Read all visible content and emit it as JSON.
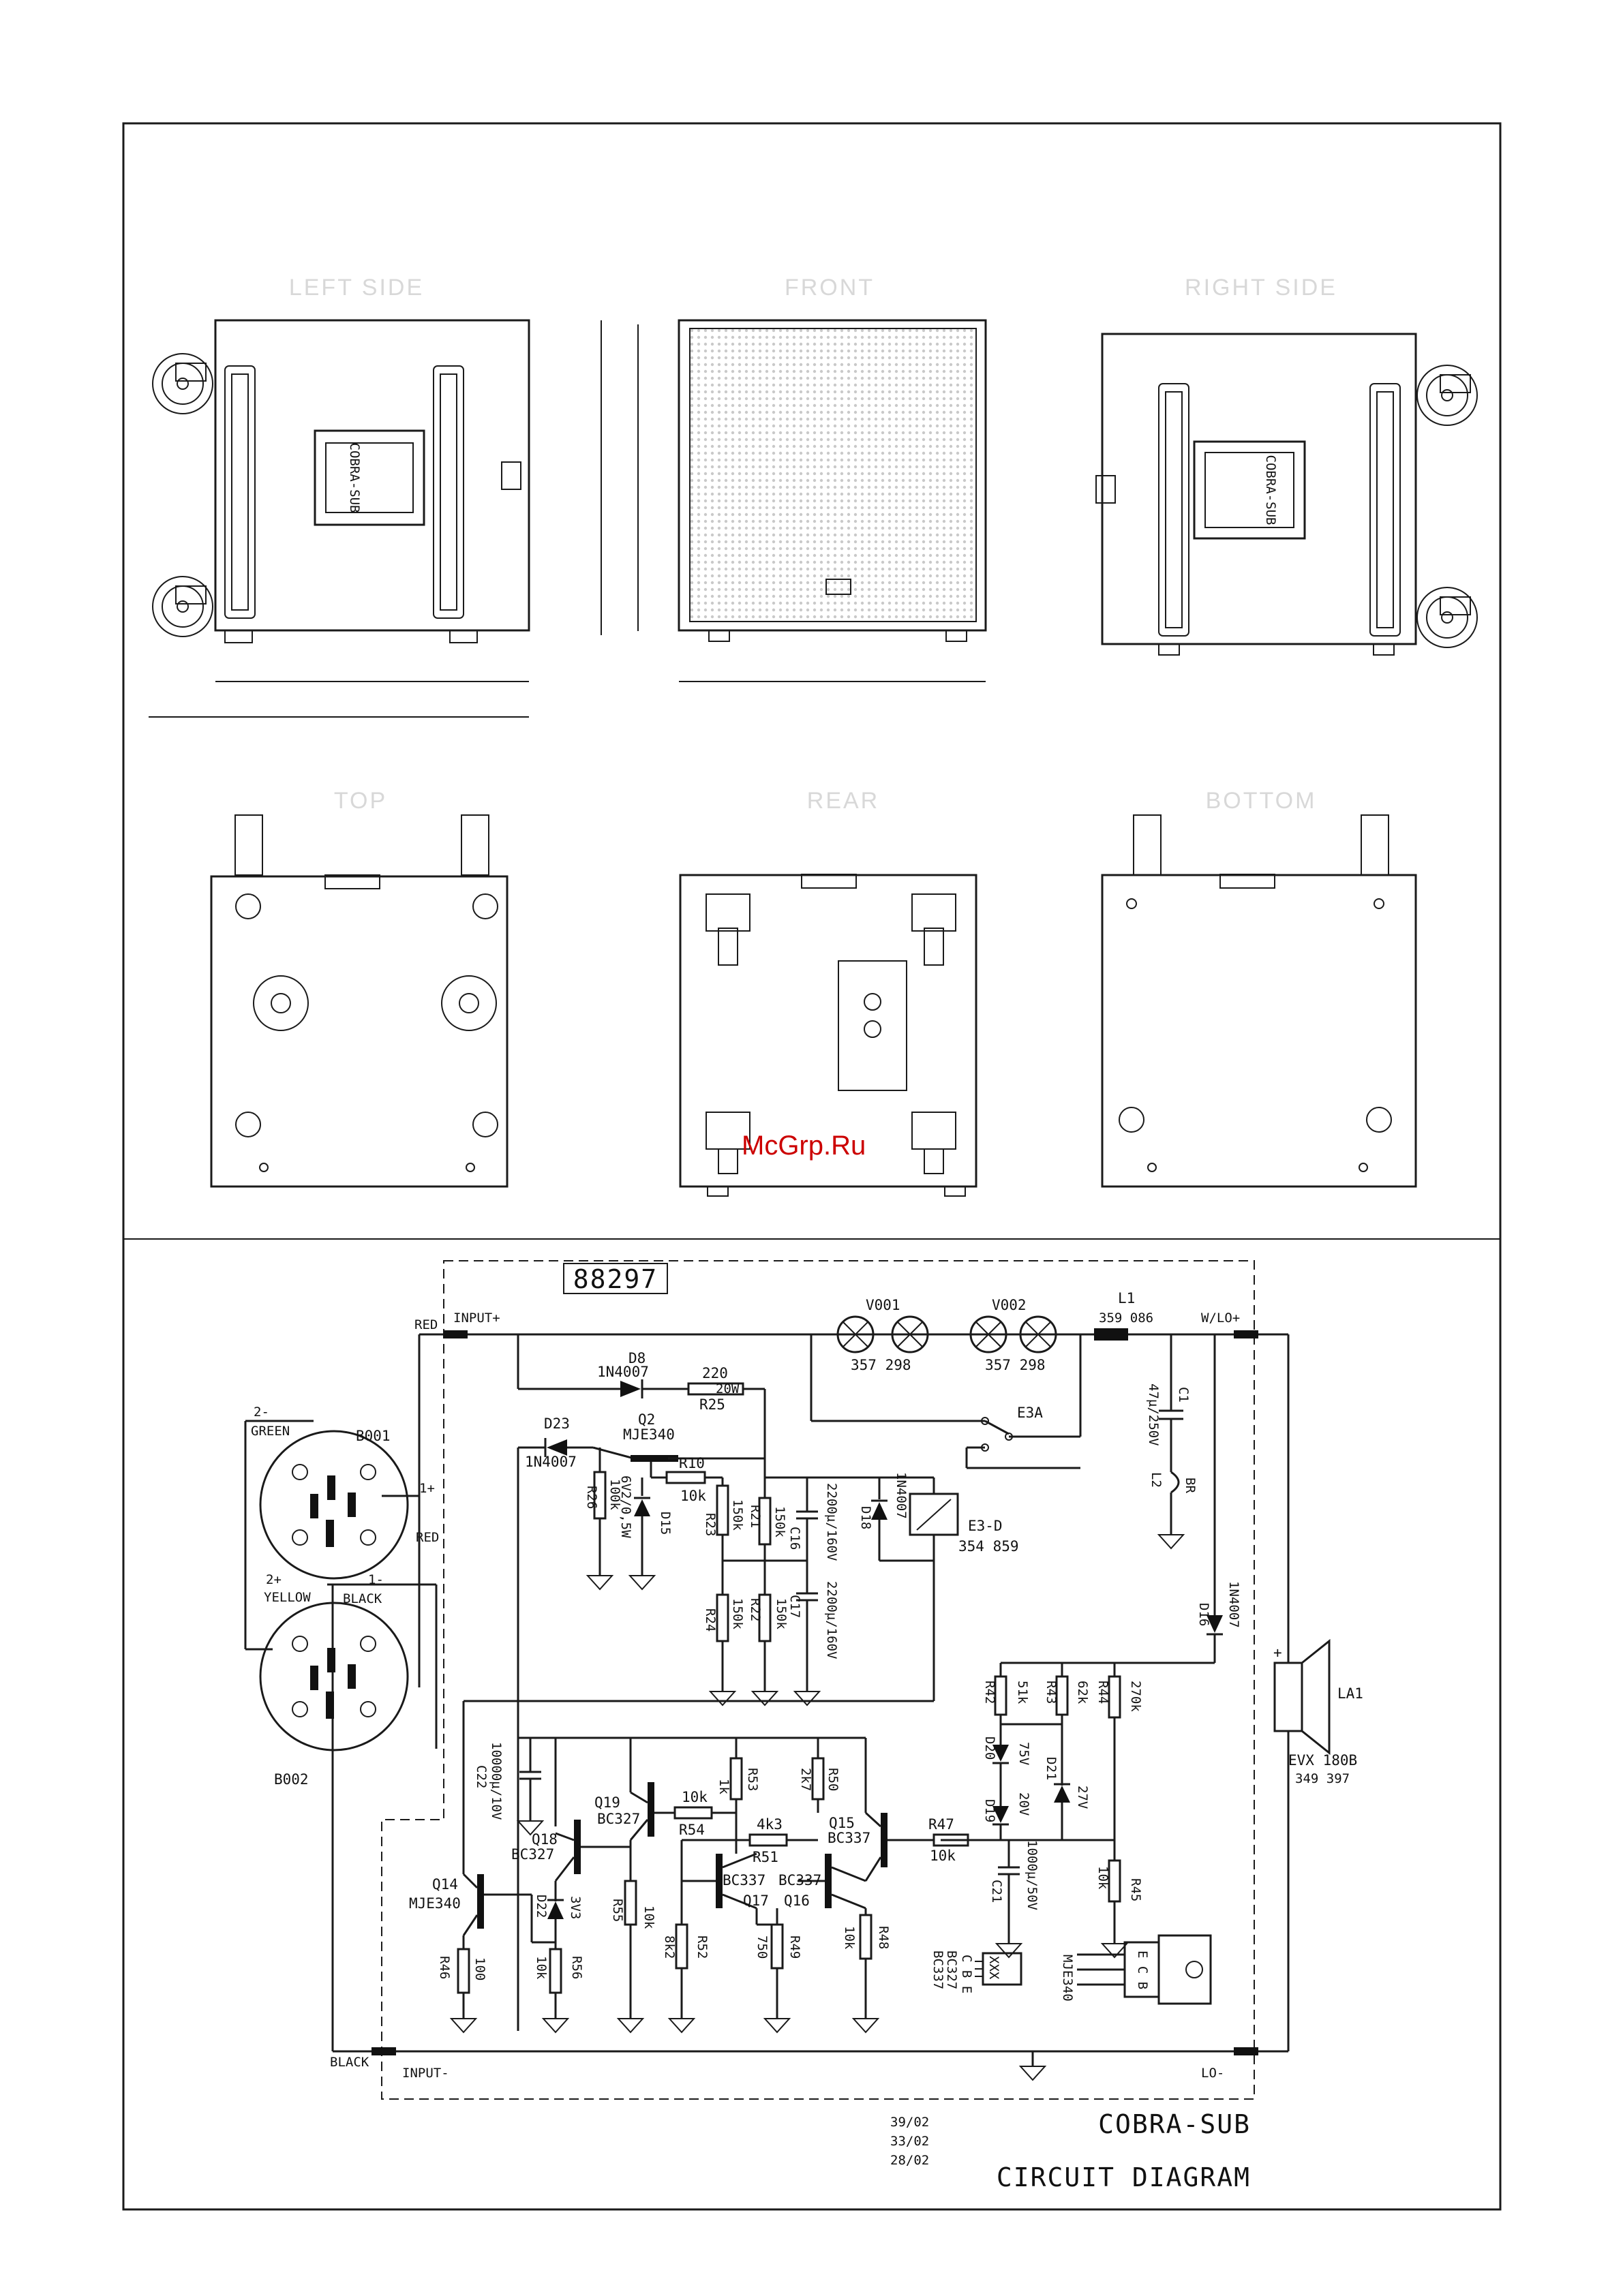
{
  "views": {
    "left_side": "LEFT SIDE",
    "front": "FRONT",
    "right_side": "RIGHT SIDE",
    "top": "TOP",
    "rear": "REAR",
    "bottom": "BOTTOM",
    "side_plate_text": "COBRA-SUB"
  },
  "watermark": "McGrp.Ru",
  "schematic": {
    "board_id": "88297",
    "net_labels": {
      "input_plus": "INPUT+",
      "input_minus": "INPUT-",
      "w_lo_plus": "W/LO+",
      "lo_minus": "LO-",
      "red": "RED",
      "red2": "RED",
      "black": "BLACK",
      "black2": "BLACK",
      "green": "GREEN",
      "yellow": "YELLOW",
      "two_minus": "2-",
      "two_plus": "2+",
      "one_minus": "1-",
      "one_plus": "1+"
    },
    "connectors": {
      "b001": "B001",
      "b002": "B002"
    },
    "lamps": {
      "v001": "V001",
      "v001_part": "357 298",
      "v002": "V002",
      "v002_part": "357 298"
    },
    "inductor": {
      "ref": "L1",
      "part": "359 086"
    },
    "cap_c1": {
      "ref": "C1",
      "value": "47µ/250V"
    },
    "l2": {
      "ref": "L2",
      "br": "BR"
    },
    "relay": {
      "ref": "E3A",
      "coil": "E3-D",
      "part": "354 859"
    },
    "d8": {
      "ref": "D8",
      "value": "1N4007"
    },
    "d23": {
      "ref": "D23",
      "value": "1N4007"
    },
    "r25": {
      "ref": "R25",
      "value": "220",
      "power": "20W"
    },
    "q2": {
      "ref": "Q2",
      "value": "MJE340"
    },
    "r10": {
      "ref": "R10",
      "value": "10k"
    },
    "r26": {
      "ref": "R26",
      "value": "100k"
    },
    "d15": {
      "ref": "D15",
      "value": "6V2/0,5W"
    },
    "r23": {
      "ref": "R23",
      "value": "150k"
    },
    "r21": {
      "ref": "R21",
      "value": "150k"
    },
    "c16": {
      "ref": "C16",
      "value": "2200µ/160V"
    },
    "d18": {
      "ref": "D18",
      "value": "1N4007"
    },
    "r24": {
      "ref": "R24",
      "value": "150k"
    },
    "r22": {
      "ref": "R22",
      "value": "150k"
    },
    "c17": {
      "ref": "C17",
      "value": "2200µ/160V"
    },
    "d16": {
      "ref": "D16",
      "value": "1N4007"
    },
    "speaker": {
      "ref": "LA1",
      "model": "EVX 180B",
      "part": "349 397"
    },
    "r42": {
      "ref": "R42",
      "value": "51k"
    },
    "r43": {
      "ref": "R43",
      "value": "62k"
    },
    "r44": {
      "ref": "R44",
      "value": "270k"
    },
    "d20": {
      "ref": "D20",
      "value": "75V"
    },
    "d19": {
      "ref": "D19",
      "value": "20V"
    },
    "d21": {
      "ref": "D21",
      "value": "27V"
    },
    "c21": {
      "ref": "C21",
      "value": "1000µ/50V"
    },
    "r45": {
      "ref": "R45",
      "value": "10k"
    },
    "r47": {
      "ref": "R47",
      "value": "10k"
    },
    "c22": {
      "ref": "C22",
      "value": "10000µ/10V"
    },
    "q19": {
      "ref": "Q19",
      "value": "BC327"
    },
    "q18": {
      "ref": "Q18",
      "value": "BC327"
    },
    "r53": {
      "ref": "R53",
      "value": "1k"
    },
    "r50": {
      "ref": "R50",
      "value": "2k7"
    },
    "r54": {
      "ref": "R54",
      "value": "10k"
    },
    "r51": {
      "ref": "R51",
      "value": "4k3"
    },
    "q15": {
      "ref": "Q15",
      "value": "BC337"
    },
    "q17": {
      "ref": "Q17",
      "value": "BC337"
    },
    "q16": {
      "ref": "Q16",
      "value": "BC337"
    },
    "q14": {
      "ref": "Q14",
      "value": "MJE340"
    },
    "d22": {
      "ref": "D22",
      "value": "3V3"
    },
    "r46": {
      "ref": "R46",
      "value": "100"
    },
    "r56": {
      "ref": "R56",
      "value": "10k"
    },
    "r55": {
      "ref": "R55",
      "value": "10k"
    },
    "r52": {
      "ref": "R52",
      "value": "8k2"
    },
    "r49": {
      "ref": "R49",
      "value": "750"
    },
    "r48": {
      "ref": "R48",
      "value": "10k"
    },
    "pinout_small": {
      "parts": "BC327\nBC337",
      "parts_a": "BC327",
      "parts_b": "BC337",
      "pins": "C B E",
      "marks": "XXX"
    },
    "pinout_power": {
      "part": "MJE340",
      "pins": "E C B"
    },
    "dates": [
      "39/02",
      "33/02",
      "28/02"
    ],
    "title": "COBRA-SUB",
    "subtitle": "CIRCUIT DIAGRAM"
  }
}
